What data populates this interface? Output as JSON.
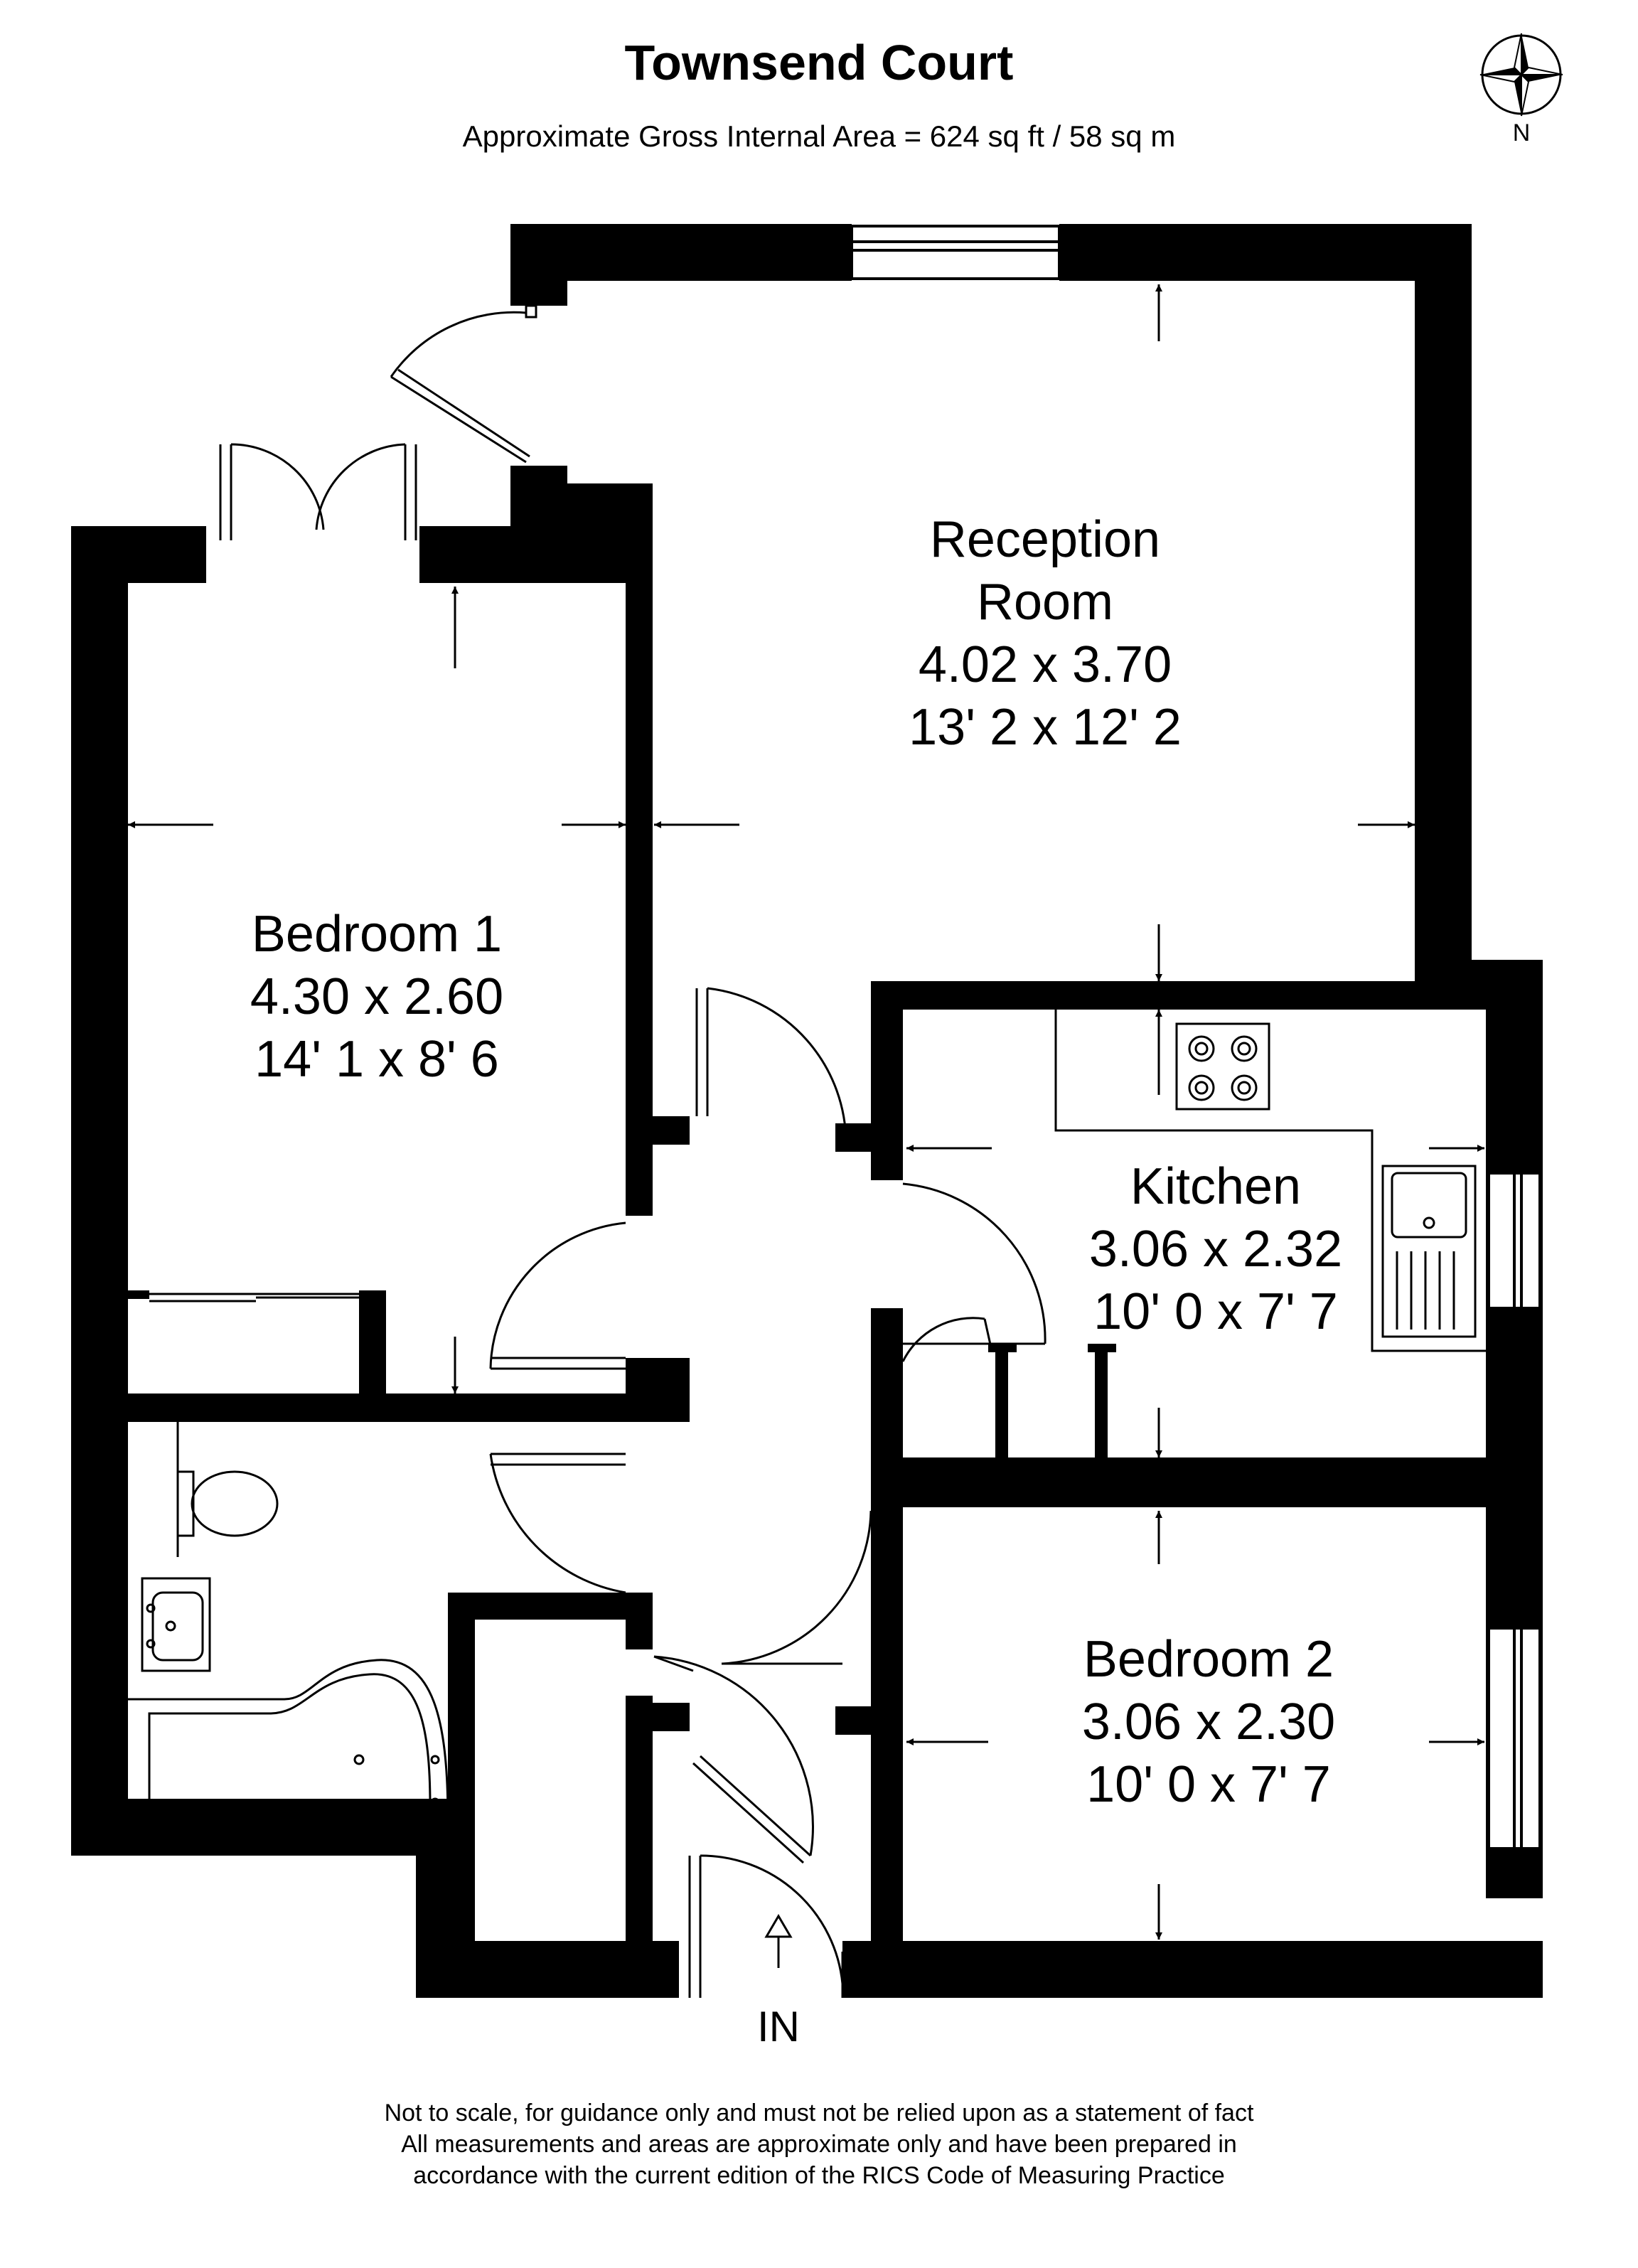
{
  "title": "Townsend Court",
  "area": "Approximate Gross Internal Area = 624 sq ft / 58 sq m",
  "compass": {
    "label": "N",
    "icon": "compass-icon"
  },
  "rooms": [
    {
      "name": "Reception\nRoom",
      "metric": "4.02 x 3.70",
      "imperial": "13' 2 x 12' 2"
    },
    {
      "name": "Bedroom 1",
      "metric": "4.30 x 2.60",
      "imperial": "14' 1 x 8' 6"
    },
    {
      "name": "Kitchen",
      "metric": "3.06 x 2.32",
      "imperial": "10' 0 x 7' 7"
    },
    {
      "name": "Bedroom 2",
      "metric": "3.06 x 2.30",
      "imperial": "10' 0 x 7' 7"
    }
  ],
  "entrance": {
    "label": "IN",
    "icon": "entrance-arrow-icon"
  },
  "disclaimer": [
    "Not to scale, for guidance only and must not be relied upon as a statement of fact",
    "All measurements and areas are approximate only and have been prepared in",
    "accordance with the current edition of the RICS Code of Measuring Practice"
  ],
  "colors": {
    "wall": "#000000",
    "background": "#ffffff"
  }
}
